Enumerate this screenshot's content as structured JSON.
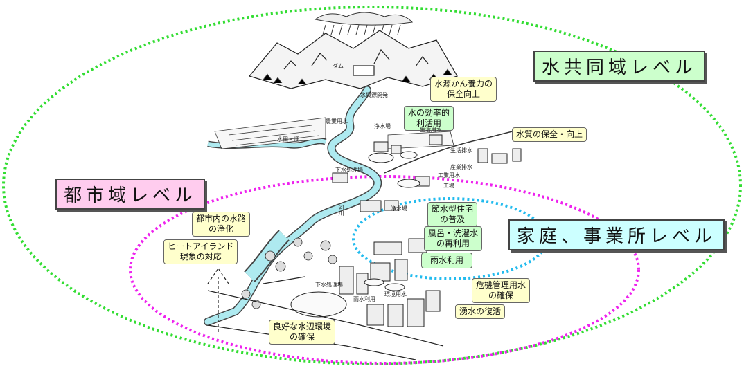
{
  "levels": {
    "basin": "水共同域レベル",
    "urban": "都市域レベル",
    "household": "家庭、事業所レベル"
  },
  "notes": {
    "water_source": [
      "水源かん養力の",
      "保全向上"
    ],
    "efficient_use": [
      "水の効率的",
      "利活用"
    ],
    "water_quality": "水質の保全・向上",
    "urban_channel": [
      "都市内の水路",
      "の浄化"
    ],
    "heat_island": [
      "ヒートアイランド",
      "現象の対応"
    ],
    "water_saving_house": [
      "節水型住宅",
      "の普及"
    ],
    "bath_reuse": [
      "風呂・洗濯水",
      "の再利用"
    ],
    "rainwater": "雨水利用",
    "crisis_water": [
      "危機管理用水",
      "の確保"
    ],
    "spring_revival": "湧水の復活",
    "waterside": [
      "良好な水辺環境",
      "の確保"
    ]
  },
  "illustration": {
    "dam": "ダム",
    "water_dev": "水資源開発",
    "agri_water": "農業用水",
    "purif_top": "浄水場",
    "domestic_water": "生活用水",
    "paddy": "水田・畑",
    "domestic_drain": "生活排水",
    "industrial_drain": "産業排水",
    "sewage_top": "下水処理場",
    "industrial_water": "工業用水",
    "factory": "工場",
    "river": "河川",
    "purif_mid": "浄水場",
    "sewage_bottom": "下水処理場",
    "rain_use": "雨水利用",
    "env_water": "環境用水"
  }
}
